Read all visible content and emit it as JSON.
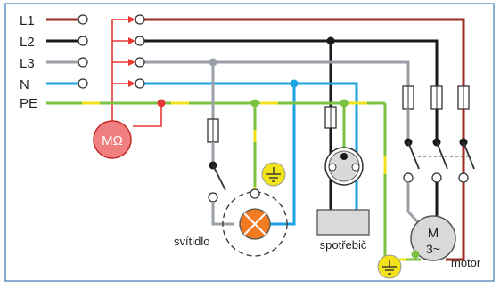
{
  "labels": {
    "l1": "L1",
    "l2": "L2",
    "l3": "L3",
    "n": "N",
    "pe": "PE",
    "megohmmeter": "MΩ",
    "lamp": "svítidlo",
    "appliance": "spotřebič",
    "motor": "motor",
    "motor_m": "M",
    "motor_phase": "3~"
  },
  "colors": {
    "l1": "#9e2a22",
    "l2": "#1a1a1a",
    "l3": "#9aa0a6",
    "n": "#1aa3e0",
    "pe_green": "#7bc142",
    "pe_yellow": "#f2e21a",
    "test": "#e53935",
    "meter_fill": "#f08080",
    "lamp_fill": "#f27a21",
    "ground_symbol": "#f2e21a",
    "box_fill": "#d9d9d9",
    "motor_fill": "#d9d9d9",
    "border": "#3a78b8"
  },
  "icons": {
    "ground": "ground-icon",
    "lamp": "lamp-icon",
    "motor": "motor-icon",
    "switch": "switch-icon",
    "fuse": "fuse-icon",
    "socket": "socket-icon",
    "meter": "megohmmeter-icon"
  }
}
